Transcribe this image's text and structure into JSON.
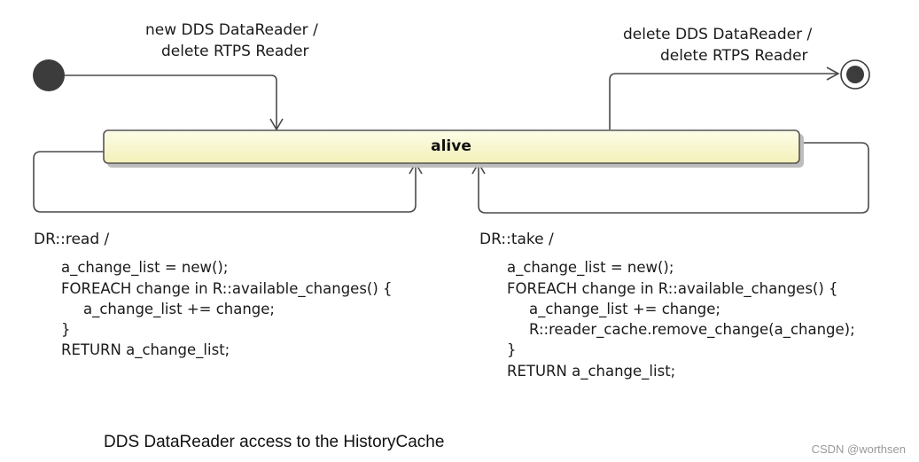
{
  "diagram": {
    "state": {
      "label": "alive"
    },
    "transitions": {
      "create": {
        "line1": "new DDS DataReader /",
        "line2": "delete RTPS Reader"
      },
      "destroy": {
        "line1": "delete DDS DataReader /",
        "line2": "delete RTPS Reader"
      }
    },
    "read_loop": {
      "trigger": "DR::read /",
      "code": [
        "a_change_list = new();",
        "FOREACH change in R::available_changes() {",
        "a_change_list += change;",
        "}",
        "RETURN a_change_list;"
      ]
    },
    "take_loop": {
      "trigger": "DR::take /",
      "code": [
        "a_change_list = new();",
        "FOREACH change in R::available_changes() {",
        "a_change_list += change;",
        "R::reader_cache.remove_change(a_change);",
        "}",
        "RETURN a_change_list;"
      ]
    }
  },
  "caption": "DDS DataReader access to the HistoryCache",
  "watermark": "CSDN @worthsen"
}
